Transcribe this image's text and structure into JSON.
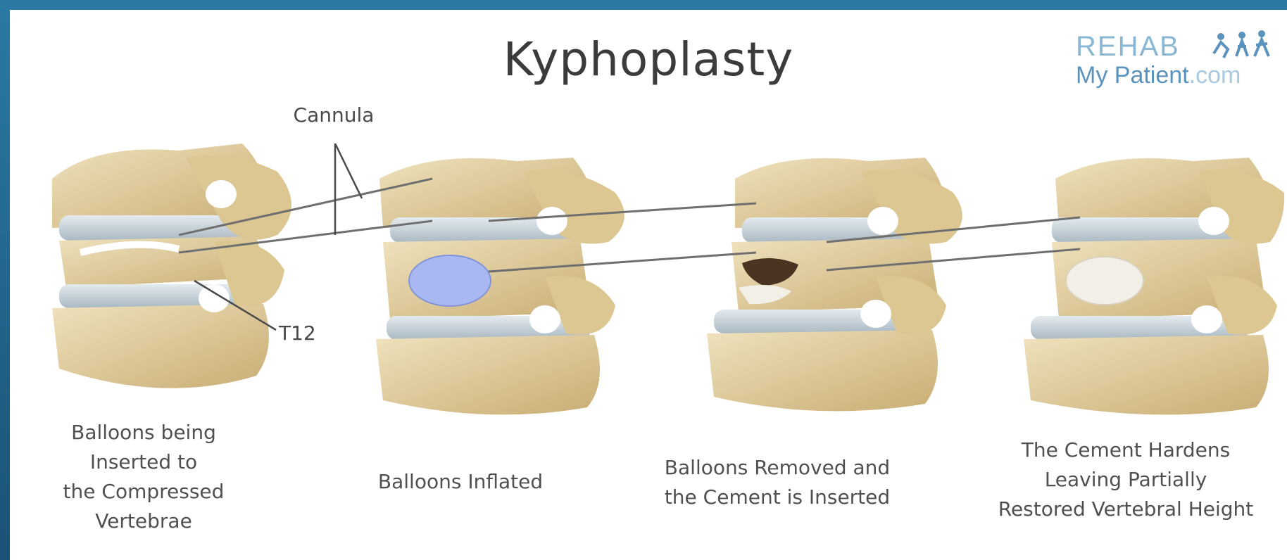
{
  "title": "Kyphoplasty",
  "logo": {
    "line1": "REHAB",
    "line2a": "My Patient",
    "line2b": ".com",
    "icon": "rehab-figures-icon"
  },
  "labels": {
    "cannula": "Cannula",
    "t12": "T12"
  },
  "captions": [
    "Balloons being\nInserted to\nthe Compressed\nVertebrae",
    "Balloons Inflated",
    "Balloons Removed and\nthe Cement is Inserted",
    "The Cement Hardens\nLeaving Partially\nRestored Vertebral Height"
  ],
  "colors": {
    "bone": "#e4d3a8",
    "bone_dark": "#b89c62",
    "disc": "#c9d4dc",
    "balloon": "#a9b8f0",
    "cement": "#f2efe6",
    "void": "#4a3320",
    "frame": "#1f5f86"
  }
}
